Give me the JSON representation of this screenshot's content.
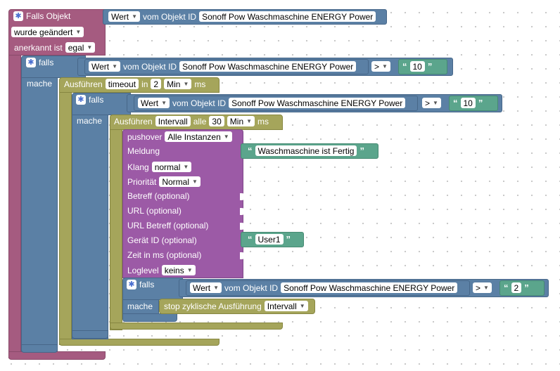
{
  "event": {
    "title": "Falls Objekt",
    "trigger": "wurde geändert",
    "ack_label": "anerkannt ist",
    "ack_value": "egal",
    "value_label": "Wert",
    "object_label": "vom Objekt ID",
    "object_id": "Sonoff Pow Waschmaschine ENERGY  Power"
  },
  "if1": {
    "falls": "falls",
    "mache": "mache",
    "value_label": "Wert",
    "object_label": "vom Objekt ID",
    "object_id": "Sonoff Pow Waschmaschine ENERGY  Power",
    "operator": ">",
    "number": "10"
  },
  "timeout": {
    "label": "Ausführen",
    "type": "timeout",
    "in_label": "in",
    "amount": "2",
    "unit": "Min",
    "ms_label": "ms"
  },
  "if2": {
    "falls": "falls",
    "mache": "mache",
    "value_label": "Wert",
    "object_label": "vom Objekt ID",
    "object_id": "Sonoff Pow Waschmaschine ENERGY  Power",
    "operator": ">",
    "number": "10"
  },
  "interval": {
    "label": "Ausführen",
    "type": "Intervall",
    "every_label": "alle",
    "amount": "30",
    "unit": "Min",
    "ms_label": "ms"
  },
  "pushover": {
    "label": "pushover",
    "instance": "Alle Instanzen",
    "message_label": "Meldung",
    "message": "Waschmaschine ist Fertig",
    "sound_label": "Klang",
    "sound": "normal",
    "priority_label": "Priorität",
    "priority": "Normal",
    "subject_label": "Betreff (optional)",
    "url_label": "URL (optional)",
    "url_subject_label": "URL Betreff (optional)",
    "device_label": "Gerät ID (optional)",
    "device": "User1",
    "time_label": "Zeit in ms (optional)",
    "loglevel_label": "Loglevel",
    "loglevel": "keins"
  },
  "if3": {
    "falls": "falls",
    "mache": "mache",
    "value_label": "Wert",
    "object_label": "vom Objekt ID",
    "object_id": "Sonoff Pow Waschmaschine ENERGY  Power",
    "operator": ">",
    "number": "2"
  },
  "stop": {
    "label": "stop zyklische Ausführung",
    "target": "Intervall"
  },
  "colors": {
    "event": "#a55b80",
    "control": "#5b80a5",
    "timer": "#a5a55b",
    "pushover": "#9c5aa6",
    "text": "#5ba58c"
  }
}
